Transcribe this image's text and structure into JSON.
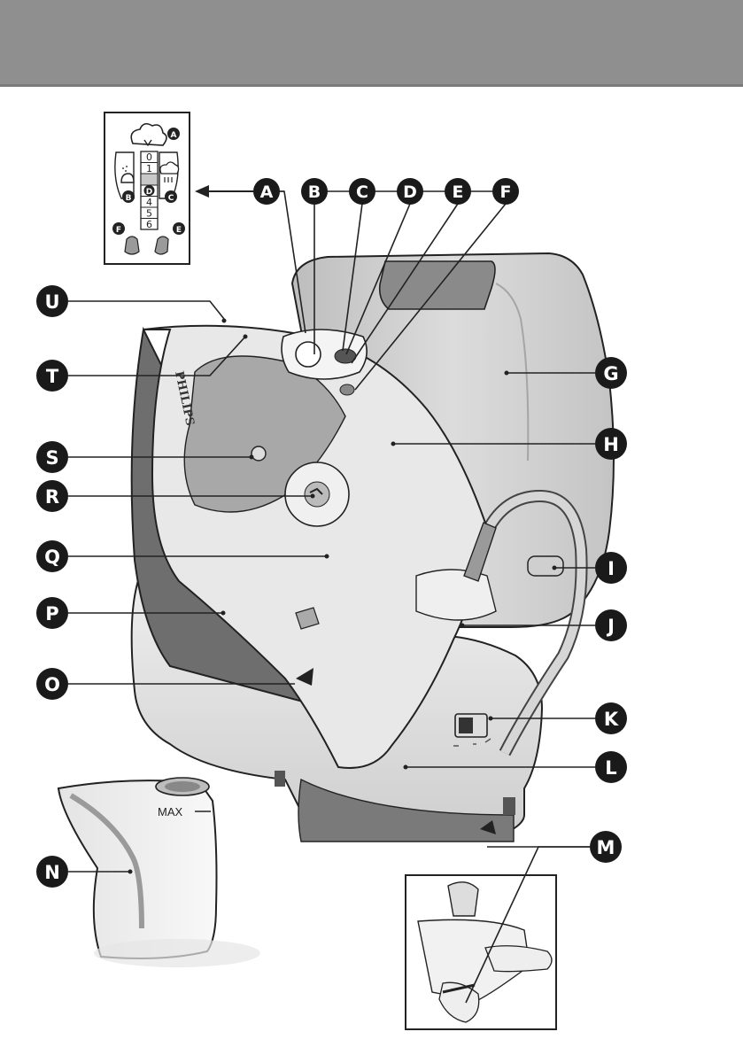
{
  "header": {
    "color": "#8f8f8f"
  },
  "control_panel": {
    "dial_label": "A",
    "scale_numbers": [
      "0",
      "1",
      "",
      "D",
      "4",
      "5",
      "6"
    ],
    "left_label": "B",
    "right_label": "C",
    "bottom_left_label": "F",
    "bottom_right_label": "E"
  },
  "callouts": {
    "A": "A",
    "B": "B",
    "C": "C",
    "D": "D",
    "E": "E",
    "F": "F",
    "G": "G",
    "H": "H",
    "I": "I",
    "J": "J",
    "K": "K",
    "L": "L",
    "M": "M",
    "N": "N",
    "O": "O",
    "P": "P",
    "Q": "Q",
    "R": "R",
    "S": "S",
    "T": "T",
    "U": "U"
  },
  "iron": {
    "brand": "PHILIPS"
  },
  "water_jug": {
    "max_label": "MAX"
  },
  "colors": {
    "callout_fill": "#1a1a1a",
    "body_light": "#e6e6e6",
    "body_mid": "#c8c8c8",
    "outline": "#222222"
  }
}
